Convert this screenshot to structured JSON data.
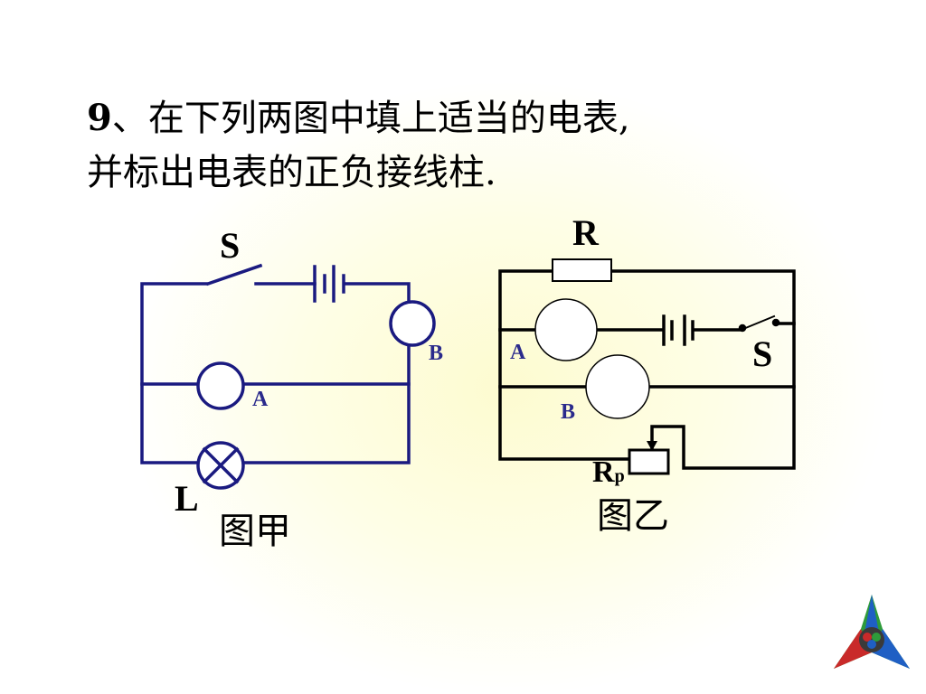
{
  "question": {
    "number": "9",
    "line1_rest": "、在下列两图中填上适当的电表,",
    "line2": "并标出电表的正负接线柱."
  },
  "figure_jia": {
    "caption": "图甲",
    "switch_label": "S",
    "lamp_label": "L",
    "meter_a_label": "A",
    "meter_b_label": "B",
    "wire_color": "#1a1a80"
  },
  "figure_yi": {
    "caption": "图乙",
    "resistor_label": "R",
    "switch_label": "S",
    "rheostat_label": "R",
    "rheostat_sub": "p",
    "meter_a_label": "A",
    "meter_b_label": "B",
    "wire_color": "#000000"
  },
  "logo_icon": "triangle-star-logo-icon"
}
